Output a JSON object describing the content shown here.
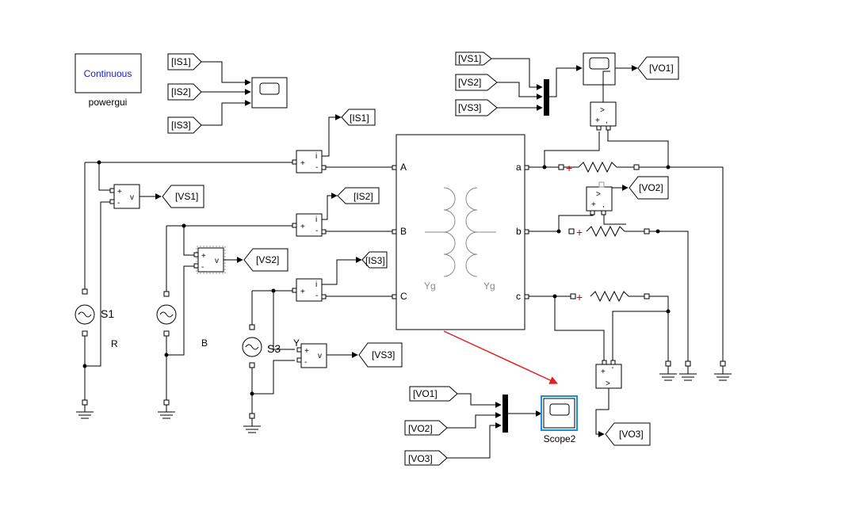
{
  "powergui": {
    "mode": "Continuous",
    "name": "powergui"
  },
  "current_tags": [
    "[IS1]",
    "[IS2]",
    "[IS3]"
  ],
  "voltage_tags": [
    "[VS1]",
    "[VS2]",
    "[VS3]"
  ],
  "output_tags": [
    "[VO1]",
    "[VO2]",
    "[VO3]"
  ],
  "sources": {
    "s1": "S1",
    "s3": "S3",
    "r": "R",
    "b": "B",
    "y": "Y"
  },
  "transformer": {
    "in_ports": [
      "A",
      "B",
      "C"
    ],
    "out_ports": [
      "a",
      "b",
      "c"
    ],
    "primary": "Yg",
    "secondary": "Yg"
  },
  "meas": {
    "plus": "+",
    "minus": "-",
    "i": "i",
    "v": "v",
    "gt": ">",
    "tick": "'",
    "comma": ","
  },
  "scope2": {
    "name": "Scope2"
  },
  "colors": {
    "highlight_arrow": "#e02020",
    "selected_scope": "#1e8fd6",
    "powergui_text": "#1a1acc",
    "load_plus": "#cc0000"
  }
}
